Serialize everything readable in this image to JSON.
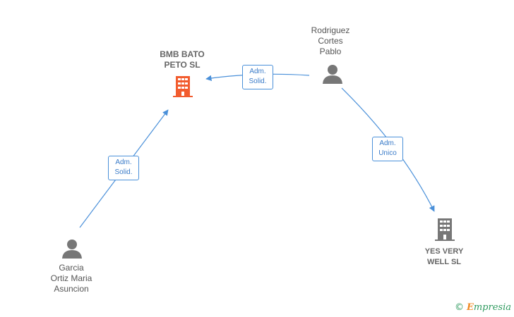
{
  "nodes": {
    "bmb": {
      "label": "BMB BATO\nPETO  SL",
      "type": "company",
      "color": "#f25c2e"
    },
    "rodriguez": {
      "label": "Rodriguez\nCortes\nPablo",
      "type": "person",
      "color": "#777777"
    },
    "garcia": {
      "label": "Garcia\nOrtiz Maria\nAsuncion",
      "type": "person",
      "color": "#777777"
    },
    "yes": {
      "label": "YES VERY\nWELL SL",
      "type": "company",
      "color": "#777777"
    }
  },
  "edges": {
    "rodriguez_bmb": "Adm.\nSolid.",
    "garcia_bmb": "Adm.\nSolid.",
    "rodriguez_yes": "Adm.\nUnico"
  },
  "brand": {
    "copyright": "©",
    "name_first": "E",
    "name_rest": "mpresia"
  },
  "colors": {
    "edge": "#4a90d9"
  }
}
